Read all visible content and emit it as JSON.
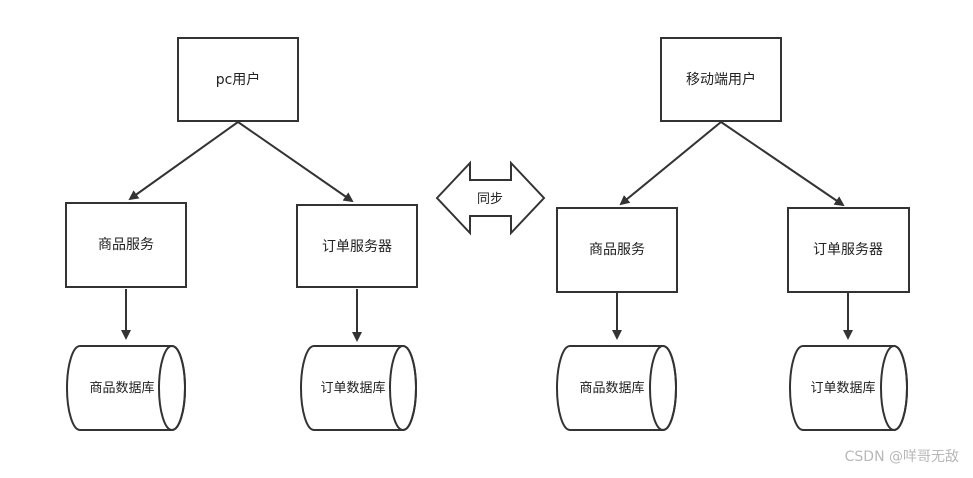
{
  "left": {
    "user": "pc用户",
    "product_service": "商品服务",
    "order_service": "订单服务器",
    "product_db": "商品数据库",
    "order_db": "订单数据库"
  },
  "sync": {
    "label": "同步"
  },
  "right": {
    "user": "移动端用户",
    "product_service": "商品服务",
    "order_service": "订单服务器",
    "product_db": "商品数据库",
    "order_db": "订单数据库"
  },
  "watermark": "CSDN @咩哥无敌"
}
